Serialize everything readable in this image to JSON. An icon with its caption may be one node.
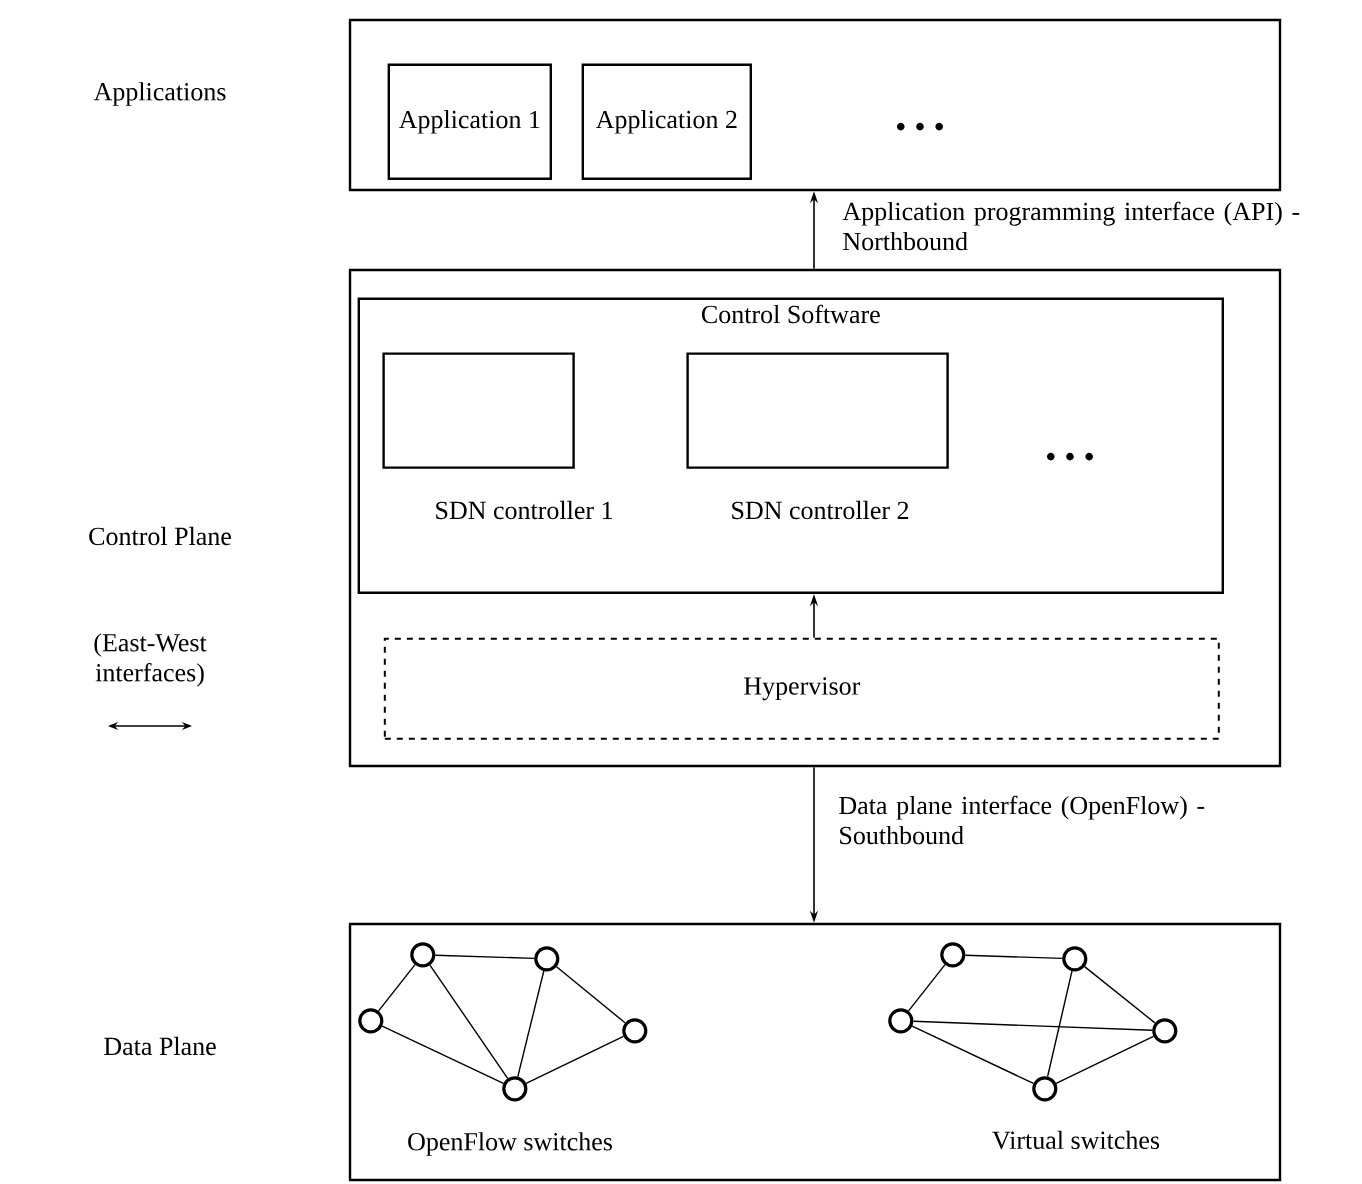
{
  "diagram": {
    "nodes": [
      {
        "text": [],
        "shape": "box"
      },
      {
        "text": [
          "Application 1"
        ],
        "in": 0
      },
      {
        "text": [
          "Application 2"
        ],
        "in": 0
      },
      {
        "text": [],
        "shape": "box"
      },
      {
        "text": [
          "Control Software"
        ],
        "in": 3
      },
      {
        "text": [],
        "shape": "box",
        "in": 4,
        "beside": [
          "SDN controller 1"
        ]
      },
      {
        "text": [],
        "shape": "box",
        "in": 4,
        "beside": [
          "SDN controller 2"
        ]
      },
      {
        "text": [
          "Hypervisor"
        ],
        "in": 3
      },
      {
        "text": [],
        "shape": "box"
      },
      {
        "text": [],
        "shape": "circle",
        "in": 8
      },
      {
        "text": [],
        "shape": "circle",
        "in": 8
      },
      {
        "text": [],
        "shape": "circle",
        "in": 8
      },
      {
        "text": [],
        "shape": "circle",
        "in": 8
      },
      {
        "text": [],
        "shape": "circle",
        "in": 8
      },
      {
        "text": [],
        "shape": "circle",
        "in": 8
      },
      {
        "text": [],
        "shape": "circle",
        "in": 8
      },
      {
        "text": [],
        "shape": "circle",
        "in": 8
      },
      {
        "text": [],
        "shape": "circle",
        "in": 8
      },
      {
        "text": [],
        "shape": "circle",
        "in": 8
      }
    ],
    "edges": [
      {
        "from": 3,
        "to": 0,
        "arrow": "to",
        "label": "Application programming interface (API) - Northbound"
      },
      {
        "from": 7,
        "to": 4,
        "arrow": "to"
      },
      {
        "from": 3,
        "to": 8,
        "arrow": "to",
        "label": "Data plane interface (OpenFlow) - Southbound"
      },
      {
        "from": 9,
        "to": 10,
        "arrow": "none"
      },
      {
        "from": 9,
        "to": 11,
        "arrow": "none"
      },
      {
        "from": 9,
        "to": 13,
        "arrow": "none"
      },
      {
        "from": 10,
        "to": 13,
        "arrow": "none"
      },
      {
        "from": 10,
        "to": 12,
        "arrow": "none"
      },
      {
        "from": 11,
        "to": 13,
        "arrow": "none"
      },
      {
        "from": 13,
        "to": 12,
        "arrow": "none"
      },
      {
        "from": 14,
        "to": 15,
        "arrow": "none"
      },
      {
        "from": 14,
        "to": 16,
        "arrow": "none"
      },
      {
        "from": 15,
        "to": 18,
        "arrow": "none"
      },
      {
        "from": 15,
        "to": 17,
        "arrow": "none"
      },
      {
        "from": 16,
        "to": 17,
        "arrow": "none"
      },
      {
        "from": 16,
        "to": 18,
        "arrow": "none"
      },
      {
        "from": 18,
        "to": 17,
        "arrow": "none"
      }
    ],
    "labels": [
      "Applications",
      "• • •",
      "Control Plane",
      "• • •",
      "(East-West interfaces)",
      "Data Plane",
      "OpenFlow switches",
      "Virtual switches"
    ]
  }
}
